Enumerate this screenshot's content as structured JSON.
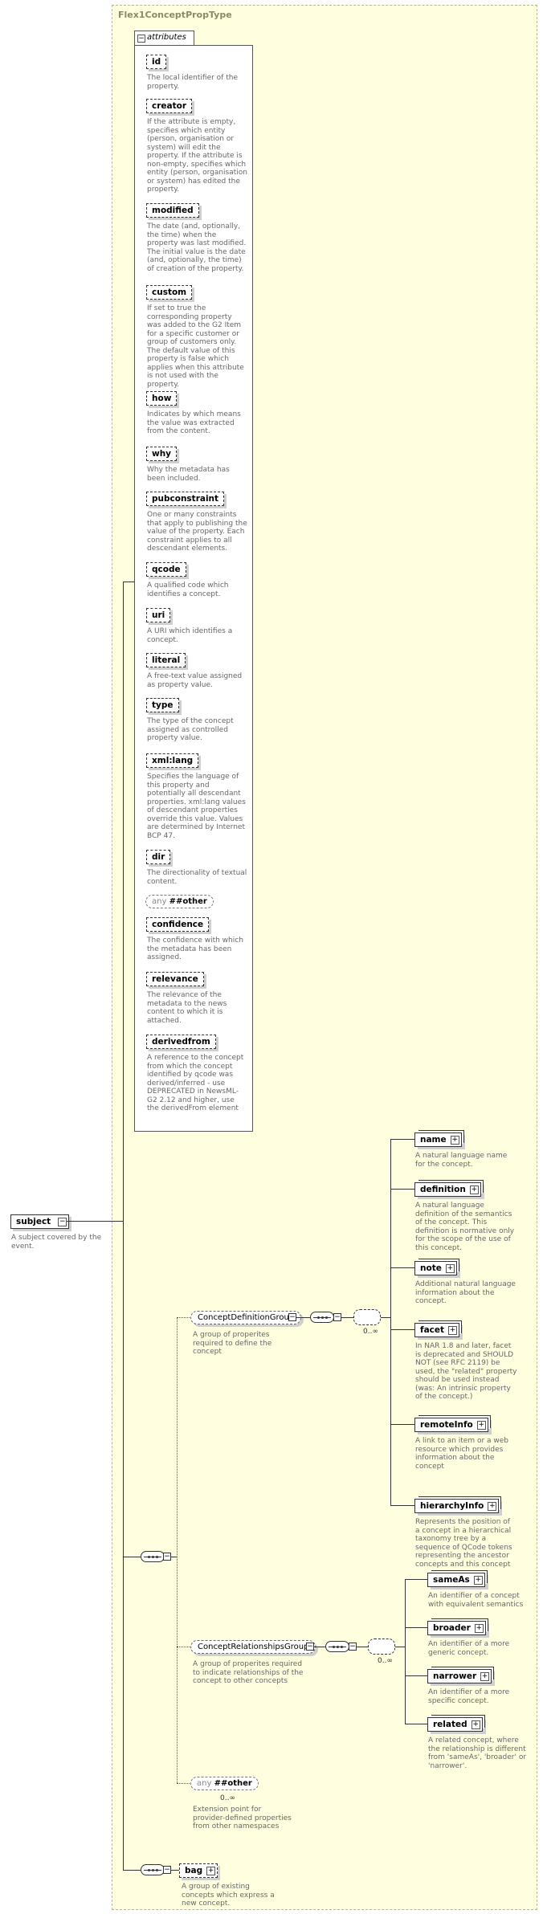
{
  "type_name": "Flex1ConceptPropType",
  "attributes_label": "attributes",
  "attributes": [
    {
      "name": "id",
      "doc": "The local identifier of the property."
    },
    {
      "name": "creator",
      "doc": "If the attribute is empty, specifies which entity (person, organisation or system) will edit the property. If the attribute is non-empty, specifies which entity (person, organisation or system) has edited the property."
    },
    {
      "name": "modified",
      "doc": "The date (and, optionally, the time) when the property was last modified. The initial value is the date (and, optionally, the time) of creation of the property."
    },
    {
      "name": "custom",
      "doc": "If set to true the corresponding property was added to the G2 Item for a specific customer or group of customers only. The default value of this property is false which applies when this attribute is not used with the property."
    },
    {
      "name": "how",
      "doc": "Indicates by which means the value was extracted from the content."
    },
    {
      "name": "why",
      "doc": "Why the metadata has been included."
    },
    {
      "name": "pubconstraint",
      "doc": "One or many constraints that apply to publishing the value of the property. Each constraint applies to all descendant elements."
    },
    {
      "name": "qcode",
      "doc": "A qualified code which identifies a concept."
    },
    {
      "name": "uri",
      "doc": "A URI which identifies a concept."
    },
    {
      "name": "literal",
      "doc": "A free-text value assigned as property value."
    },
    {
      "name": "type",
      "doc": "The type of the concept assigned as controlled property value."
    },
    {
      "name": "xml:lang",
      "doc": "Specifies the language of this property and potentially all descendant properties. xml:lang values of descendant properties override this value. Values are determined by Internet BCP 47."
    },
    {
      "name": "dir",
      "doc": "The directionality of textual content."
    },
    {
      "name": "confidence",
      "doc": "The confidence with which the metadata has been assigned."
    },
    {
      "name": "relevance",
      "doc": "The relevance of the metadata to the news content to which it is attached."
    },
    {
      "name": "derivedfrom",
      "doc": "A reference to the concept from which the concept identified by qcode was derived/inferred - use DEPRECATED in NewsML-G2 2.12 and higher, use the derivedFrom element"
    }
  ],
  "any_attr": {
    "kw": "any",
    "ns": "##other"
  },
  "root": {
    "name": "subject",
    "doc": "A subject covered by the event."
  },
  "concept_def_group": {
    "name": "ConceptDefinitionGroup",
    "doc": "A group of properites required to define the concept",
    "mult": "0..∞"
  },
  "def_elements": [
    {
      "name": "name",
      "doc": "A natural language name for the concept."
    },
    {
      "name": "definition",
      "doc": "A natural language definition of the semantics of the concept. This definition is normative only for the scope of the use of this concept."
    },
    {
      "name": "note",
      "doc": "Additional natural language information about the concept."
    },
    {
      "name": "facet",
      "doc": "In NAR 1.8 and later, facet is deprecated and SHOULD NOT (see RFC 2119) be used, the \"related\" property should be used instead (was: An intrinsic property of the concept.)"
    },
    {
      "name": "remoteInfo",
      "doc": "A link to an item or a web resource which provides information about the concept"
    },
    {
      "name": "hierarchyInfo",
      "doc": "Represents the position of a concept in a hierarchical taxonomy tree by a sequence of QCode tokens representing the ancestor concepts and this concept"
    }
  ],
  "concept_rel_group": {
    "name": "ConceptRelationshipsGroup",
    "doc": "A group of properites required to indicate relationships of the concept to other concepts",
    "mult": "0..∞"
  },
  "rel_elements": [
    {
      "name": "sameAs",
      "doc": "An identifier of a concept with equivalent semantics"
    },
    {
      "name": "broader",
      "doc": "An identifier of a more generic concept."
    },
    {
      "name": "narrower",
      "doc": "An identifier of a more specific concept."
    },
    {
      "name": "related",
      "doc": "A related concept, where the relationship is different from 'sameAs', 'broader' or 'narrower'."
    }
  ],
  "any_element": {
    "kw": "any",
    "ns": "##other",
    "mult": "0..∞",
    "doc": "Extension point for provider-defined properties from other namespaces"
  },
  "bag": {
    "name": "bag",
    "doc": "A group of existing concepts which express a new concept."
  }
}
